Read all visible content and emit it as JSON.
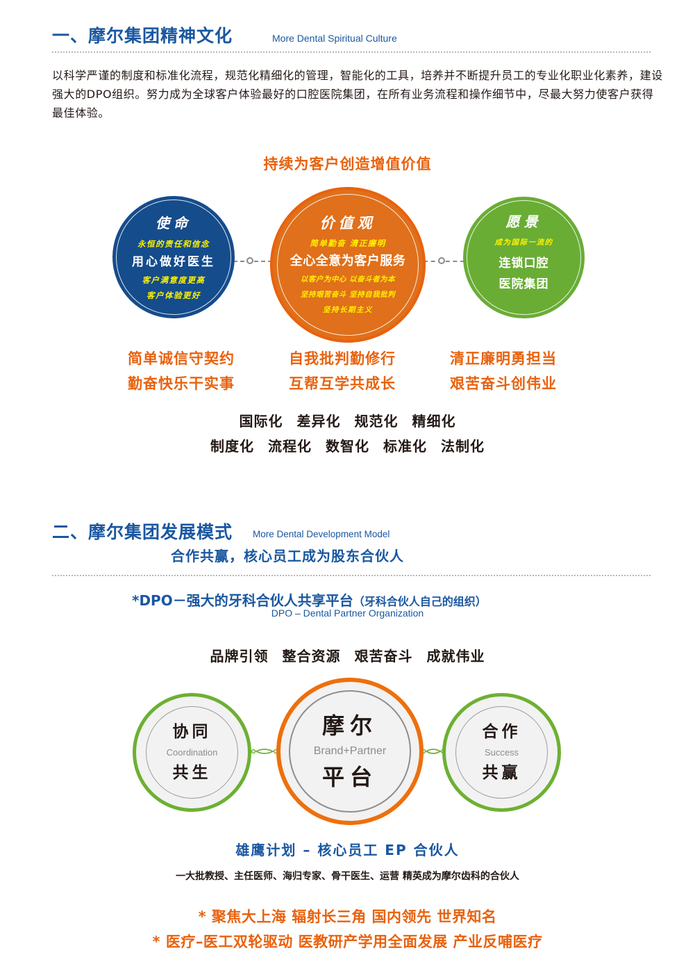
{
  "section1": {
    "title": "一、摩尔集团精神文化",
    "subtitle": "More Dental Spiritual Culture",
    "paragraph": "以科学严谨的制度和标准化流程，规范化精细化的管理，智能化的工具，培养并不断提升员工的专业化职业化素养，建设强大的DPO组织。努力成为全球客户体验最好的口腔医院集团，在所有业务流程和操作细节中，尽最大努力使客户获得最佳体验。",
    "headline": "持续为客户创造增值价值",
    "circles": {
      "mission": {
        "title": "使命",
        "line1": "永恒的责任和信念",
        "main": "用心做好医生",
        "line2": "客户满意度更高",
        "line3": "客户体验更好",
        "color": "#154c8c"
      },
      "values": {
        "title": "价值观",
        "line1": "简单勤奋 清正廉明",
        "main": "全心全意为客户服务",
        "line2": "以客户为中心  以奋斗者为本",
        "line3": "坚持艰苦奋斗 坚持自我批判",
        "line4": "坚持长期主义",
        "color": "#e0701b"
      },
      "vision": {
        "title": "愿景",
        "line1": "成为国际一流的",
        "main1": "连锁口腔",
        "main2": "医院集团",
        "color": "#69ad35"
      }
    },
    "value_phrases": [
      [
        "简单诚信守契约",
        "勤奋快乐干实事"
      ],
      [
        "自我批判勤修行",
        "互帮互学共成长"
      ],
      [
        "清正廉明勇担当",
        "艰苦奋斗创伟业"
      ]
    ],
    "keywords_row1": [
      "国际化",
      "差异化",
      "规范化",
      "精细化"
    ],
    "keywords_row2": [
      "制度化",
      "流程化",
      "数智化",
      "标准化",
      "法制化"
    ]
  },
  "section2": {
    "title": "二、摩尔集团发展模式",
    "subtitle": "More Dental Development Model",
    "tagline": "合作共赢，核心员工成为股东合伙人",
    "dpo_title": "*DPO－强大的牙科合伙人共享平台",
    "dpo_note": "（牙科合伙人自己的组织）",
    "dpo_en": "DPO – Dental Partner Organization",
    "slogans": [
      "品牌引领",
      "整合资源",
      "艰苦奋斗",
      "成就伟业"
    ],
    "circles": {
      "left": {
        "top": "协同",
        "en": "Coordination",
        "bottom": "共生",
        "color": "#6db033"
      },
      "middle": {
        "top": "摩尔",
        "en": "Brand+Partner",
        "bottom": "平台",
        "color": "#ee6f0c"
      },
      "right": {
        "top": "合作",
        "en": "Success",
        "bottom": "共赢",
        "color": "#6db033"
      }
    },
    "eagle_plan": "雄鹰计划 – 核心员工 EP 合伙人",
    "eagle_desc": "一大批教授、主任医师、海归专家、骨干医生、运营  精英成为摩尔齿科的合伙人",
    "bullets": [
      "* 聚焦大上海 辐射长三角 国内领先 世界知名",
      "* 医疗–医工双轮驱动 医教研产学用全面发展 产业反哺医疗"
    ]
  },
  "colors": {
    "brand_blue": "#1a57a0",
    "accent_orange": "#e8620e",
    "green": "#6db033",
    "yellow_text": "#fff100"
  }
}
